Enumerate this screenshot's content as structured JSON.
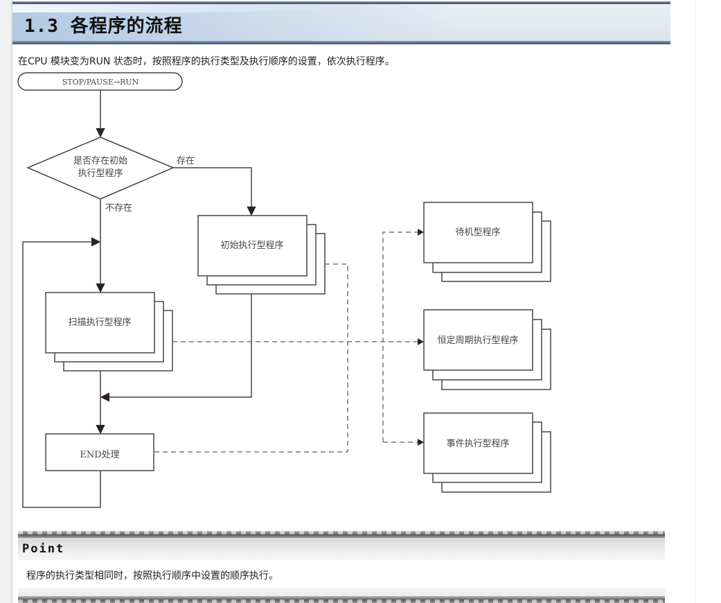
{
  "section": {
    "title": "1.3  各程序的流程"
  },
  "intro": "在CPU 模块变为RUN 状态时，按照程序的执行类型及执行顺序的设置，依次执行程序。",
  "diagram": {
    "start": "STOP/PAUSE→RUN",
    "decision_line1": "是否存在初始",
    "decision_line2": "执行型程序",
    "label_exists": "存在",
    "label_not_exists": "不存在",
    "initial_program": "初始执行型程序",
    "scan_program": "扫描执行型程序",
    "end_process": "END处理",
    "standby_program": "待机型程序",
    "fixed_cycle_program": "恒定周期执行型程序",
    "event_program": "事件执行型程序"
  },
  "point": {
    "label": "Point",
    "text": "程序的执行类型相同时，按照执行顺序中设置的顺序执行。"
  },
  "colors": {
    "header_border": "#55657e",
    "header_bg": "#dbe5ef",
    "line": "#4a4242"
  }
}
